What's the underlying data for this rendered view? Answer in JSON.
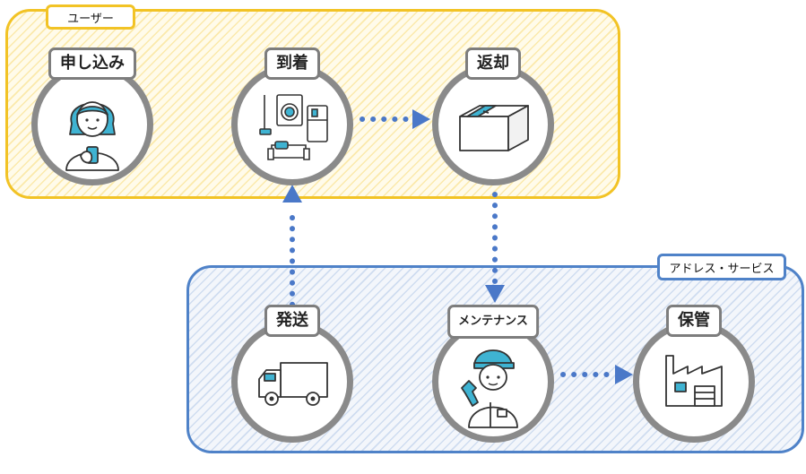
{
  "groups": {
    "user": {
      "label": "ユーザー"
    },
    "service": {
      "label": "アドレス・サービス"
    }
  },
  "nodes": [
    {
      "id": "apply",
      "label": "申し込み",
      "icon": "woman-with-smartphone-icon"
    },
    {
      "id": "arrive",
      "label": "到着",
      "icon": "appliances-icon"
    },
    {
      "id": "return",
      "label": "返却",
      "icon": "cardboard-box-icon"
    },
    {
      "id": "ship",
      "label": "発送",
      "icon": "delivery-truck-icon"
    },
    {
      "id": "maint",
      "label": "メンテナンス",
      "icon": "mechanic-with-wrench-icon"
    },
    {
      "id": "store",
      "label": "保管",
      "icon": "factory-warehouse-icon"
    }
  ],
  "colors": {
    "user_group": "#f2c325",
    "service_group": "#4f82c8",
    "arrow": "#4a78c8",
    "node_ring": "#8a8a8a",
    "accent_cyan": "#3fb3d2"
  }
}
